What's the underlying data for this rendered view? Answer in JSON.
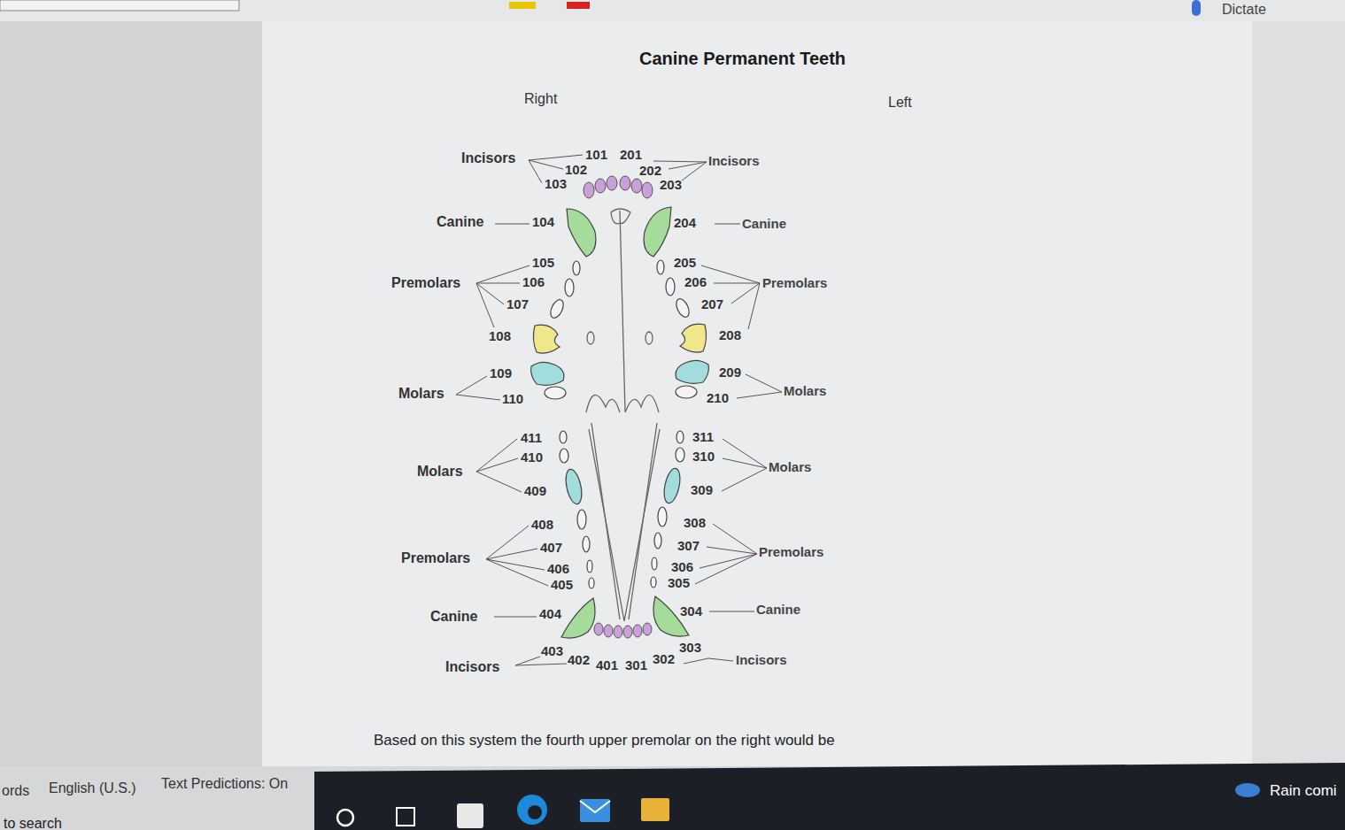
{
  "diagram": {
    "title": "Canine Permanent Teeth",
    "caption": "Based on this system the fourth upper premolar on the right would be",
    "labels": [
      "Right",
      "Left",
      "Incisors",
      "101",
      "201",
      "Incisors",
      "102",
      "202",
      "103",
      "203",
      "Canine",
      "104",
      "204",
      "Canine",
      "105",
      "205",
      "Premolars",
      "106",
      "206",
      "Premolars",
      "107",
      "207",
      "108",
      "208",
      "109",
      "209",
      "Molars",
      "110",
      "210",
      "Molars",
      "411",
      "311",
      "410",
      "310",
      "Molars",
      "Molars",
      "409",
      "309",
      "408",
      "308",
      "Premolars",
      "407",
      "307",
      "Premolars",
      "406",
      "306",
      "405",
      "305",
      "Canine",
      "404",
      "304",
      "Canine",
      "403",
      "303",
      "Incisors",
      "402",
      "401",
      "301",
      "302",
      "Incisors",
      "Dictate",
      "ords",
      "English (U.S.)",
      "Text Predictions: On",
      "to search",
      "Rain comi"
    ]
  }
}
